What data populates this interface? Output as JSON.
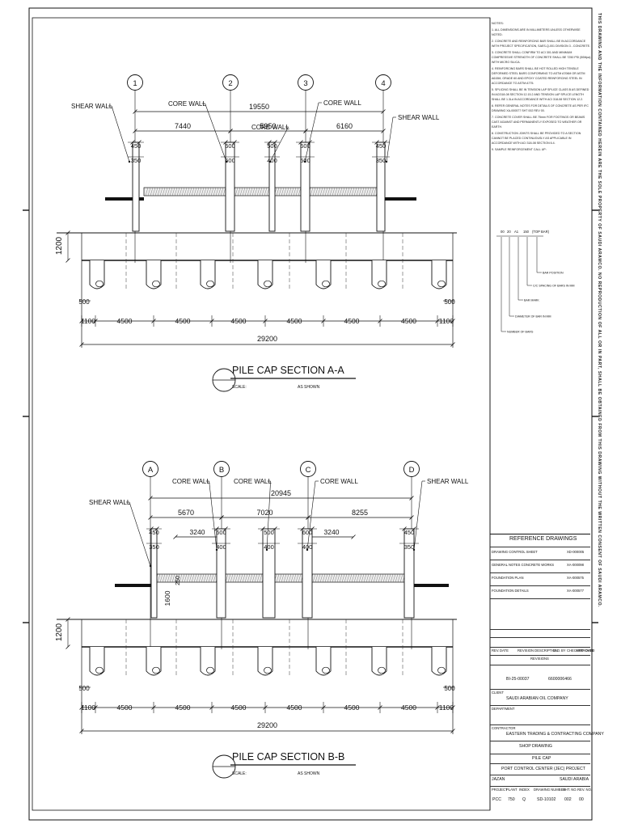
{
  "sections": [
    {
      "title": "PILE CAP SECTION A-A",
      "scale_label": "SCALE:",
      "scale_value": "AS SHOWN",
      "grid": [
        "1",
        "2",
        "3",
        "4"
      ],
      "labels": [
        "SHEAR WALL",
        "CORE WALL",
        "CORE WALL",
        "CORE WALL",
        "SHEAR WALL"
      ],
      "dims_top": [
        "19550",
        "7440",
        "5950",
        "6160"
      ],
      "wall_dims": [
        "450",
        "350",
        "600",
        "500",
        "500",
        "400",
        "600",
        "500",
        "450",
        "350"
      ],
      "height_dim": "1200",
      "edge_dims": [
        "500",
        "500"
      ],
      "bottom_dims": [
        "1100",
        "4500",
        "4500",
        "4500",
        "4500",
        "4500",
        "4500",
        "1100"
      ],
      "total": "29200"
    },
    {
      "title": "PILE CAP SECTION B-B",
      "scale_label": "SCALE:",
      "scale_value": "AS SHOWN",
      "grid": [
        "A",
        "B",
        "C",
        "D"
      ],
      "labels": [
        "SHEAR WALL",
        "CORE WALL",
        "CORE WALL",
        "CORE WALL",
        "SHEAR WALL"
      ],
      "dims_top": [
        "20945",
        "5670",
        "7020",
        "8255"
      ],
      "dims_inner": [
        "3240",
        "3240"
      ],
      "wall_dims": [
        "450",
        "350",
        "600",
        "400",
        "500",
        "400",
        "600",
        "400",
        "450",
        "350"
      ],
      "slab_dim": "1600",
      "slab_dim2": "250",
      "height_dim": "1200",
      "edge_dims": [
        "500",
        "500"
      ],
      "bottom_dims": [
        "1100",
        "4500",
        "4500",
        "4500",
        "4500",
        "4500",
        "4500",
        "1100"
      ],
      "total": "29200"
    }
  ],
  "bar_legend": {
    "codes": [
      "00",
      "20",
      "A1",
      "150",
      "(TOP BAR)"
    ],
    "items": [
      "BAR POSITION",
      "C/C SPACING OF BARS IN MM",
      "BAR MARK",
      "DIAMETER OF BAR IN MM",
      "NUMBER OF BARS"
    ]
  },
  "notes": {
    "heading": "NOTES:",
    "items": [
      "1. ALL DIMENSIONS ARE IN MILLIMETERS UNLESS OTHERWISE NOTED.",
      "2. CONCRETE AND REINFORCING BAR SHALL BE IN ACCORDANCE WITH PROJECT SPECIFICATION, SAES-Q-001 DIVISION 3 - CONCRETE.",
      "3. CONCRETE SHALL CONFIRM TO ACI 301 AND MINIMUM COMPRESSIVE STRENGTH OF CONCRETE SHALL BE 7250 PSI (50Mpa) WITH MICRO SILICA.",
      "4. REINFORCING BARS SHALL BE HOT ROLLED HIGH TENSILE DEFORMED STEEL BARS CONFORMING TO ASTM A706M OR ASTM A615M, GRADE 60 AND EPOXY COATED REINFORCING STEEL IN ACCORDANCE TO ASTM A775.",
      "5. SPLICING SHALL BE IN TENSION LAP SPLICE CLASS B AS DEFINED IN ACI318-08 SECTION 12.15.2 AND TENSION LAP SPLICE LENGTH SHALL BE 1.3Ld IN ACCORDANCE WITH ACI 318-08 SECTION 12.2.",
      "6. REFER GENERAL NOTES FOR DETAILS OF CONCRETE AS PER IFC DRAWING XA-000577 SHT 002 REV 00.",
      "7. CONCRETE COVER SHALL BE 75mm FOR FOOTINGS OR BEAMS CAST AGAINST AND PERMANENTLY EXPOSED TO WEATHER OR EARTH.",
      "8. CONSTRUCTION JOINTS SHALL BE PROVIDED TO A SECTION CANNOT BE PLACED CONTINUOUSLY AS APPLICABLE IN ACCORDANCE WITH ACI 318-08 SECTION 6.4.",
      "9. SAMPLE REINFORCEMENT CALL UP:"
    ]
  },
  "side_note": "THIS DRAWING AND THE INFORMATION CONTAINED HEREIN ARE THE SOLE PROPERTY OF SAUDI ARAMCO. NO REPRODUCTION OF ALL OR IN PART, SHALL BE OBTAINED FROM THIS DRAWING WITHOUT THE WRITTEN CONSENT OF SAUDI ARAMCO.",
  "title_block": {
    "ref_title": "REFERENCE DRAWINGS",
    "refs": [
      {
        "name": "DRAWING CONTROL SHEET",
        "num": "XD-000005"
      },
      {
        "name": "GENERAL NOTES CONCRETE WORKS",
        "num": "XA-000098"
      },
      {
        "name": "FOUNDATION PLAN",
        "num": "XA-000575"
      },
      {
        "name": "FOUNDATION DETAILS",
        "num": "XA-000577"
      }
    ],
    "rev_headers": [
      "REV.",
      "DATE",
      "REVISION DESCRIPTION",
      "W.O.",
      "BY",
      "CHECKED",
      "APPROVED",
      "DATE"
    ],
    "revisions_label": "REVISIONS",
    "bi_number": "BI-25-00037",
    "jo_number": "6600006466",
    "client_label": "CLIENT",
    "company": "SAUDI ARABIAN OIL COMPANY",
    "department_label": "DEPARTMENT",
    "contractor_label": "CONTRACTOR",
    "contractor": "EASTERN TRADING & CONTRACTING COMPANY",
    "drawing_type": "SHOP DRAWING",
    "drawing_title": "PILE CAP",
    "project": "PORT CONTROL CENTER (JEC) PROJECT",
    "location_left": "JAZAN",
    "location_right": "SAUDI ARABIA",
    "bottom_headers": [
      "PROJECT",
      "PLANT",
      "INDEX",
      "DRAWING NUMBER",
      "SHT. NO.",
      "REV. NO."
    ],
    "bottom_values": [
      "PCC",
      "750",
      "Q",
      "SD-10102",
      "002",
      "00"
    ]
  }
}
